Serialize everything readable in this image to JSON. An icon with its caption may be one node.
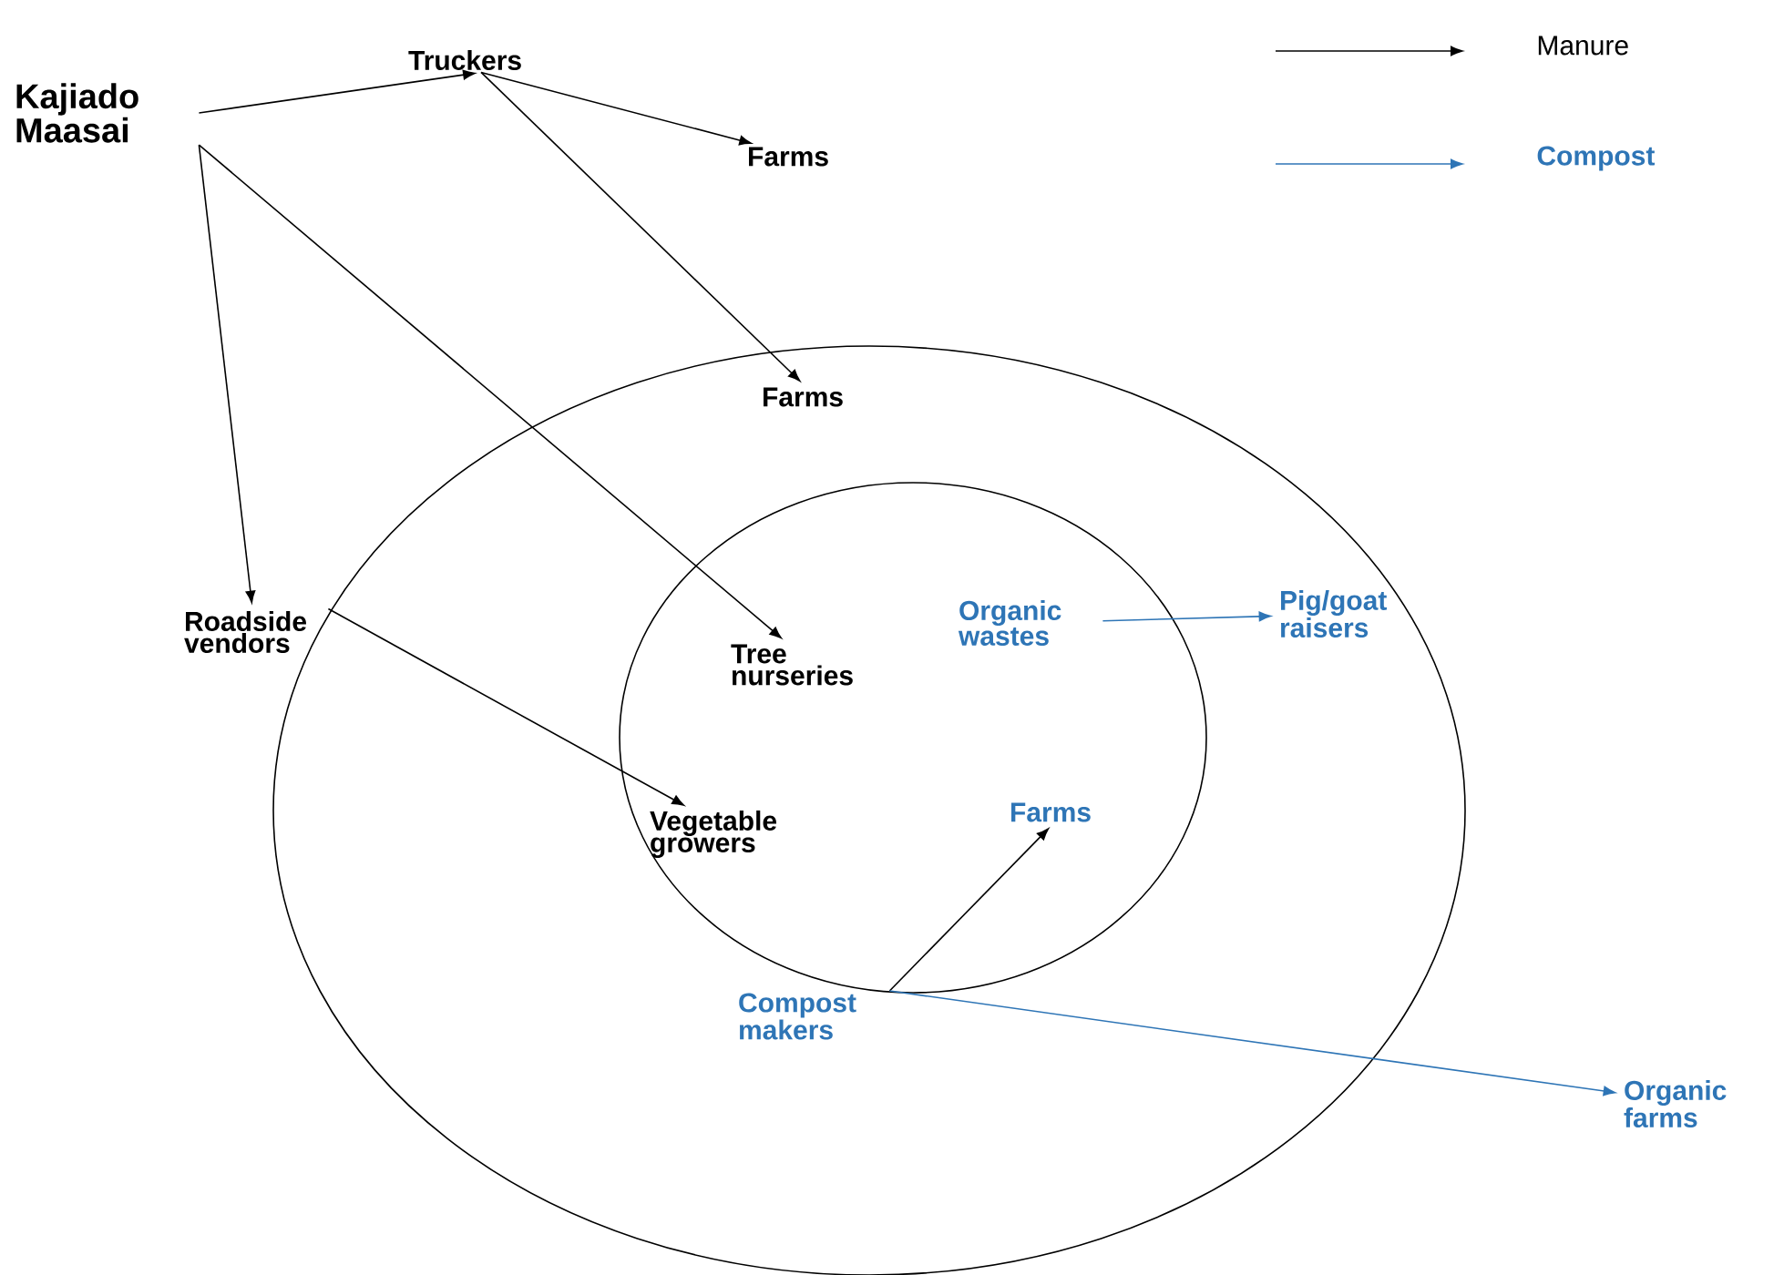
{
  "diagram": {
    "nodes": [
      {
        "text": [
          "Kajiado Maasai"
        ]
      },
      {
        "text": [
          "Truckers"
        ]
      },
      {
        "text": [
          "Farms"
        ]
      },
      {
        "text": [],
        "shape": "circle"
      },
      {
        "text": [
          "Farms"
        ],
        "in": 3
      },
      {
        "text": [
          "Roadside vendors"
        ]
      },
      {
        "text": [],
        "shape": "circle",
        "in": 3
      },
      {
        "text": [
          "Tree nurseries"
        ],
        "in": 6
      },
      {
        "text": [
          "Vegetable growers"
        ],
        "in": 6
      },
      {
        "text": [
          "Organic wastes"
        ],
        "in": 6
      },
      {
        "text": [
          "Pig/goat raisers"
        ],
        "in": 3
      },
      {
        "text": [
          "Farms"
        ],
        "in": 6
      },
      {
        "text": [
          "Compost makers"
        ],
        "in": 3
      },
      {
        "text": [
          "Organic farms"
        ]
      }
    ],
    "edges": [
      {
        "from": 0,
        "to": 1,
        "arrow": "to"
      },
      {
        "from": 1,
        "to": 2,
        "arrow": "to"
      },
      {
        "from": 1,
        "to": 4,
        "arrow": "to"
      },
      {
        "from": 0,
        "to": 5,
        "arrow": "to"
      },
      {
        "from": 0,
        "to": 7,
        "arrow": "to"
      },
      {
        "from": 5,
        "to": 8,
        "arrow": "to"
      },
      {
        "from": 9,
        "to": 10,
        "arrow": "to",
        "color": "#2e75b6"
      },
      {
        "from": 12,
        "to": 11,
        "arrow": "to"
      },
      {
        "from": 12,
        "to": 13,
        "arrow": "to",
        "color": "#2e75b6"
      }
    ],
    "legend": [
      {
        "text": "Manure"
      },
      {
        "text": "Compost"
      }
    ]
  }
}
